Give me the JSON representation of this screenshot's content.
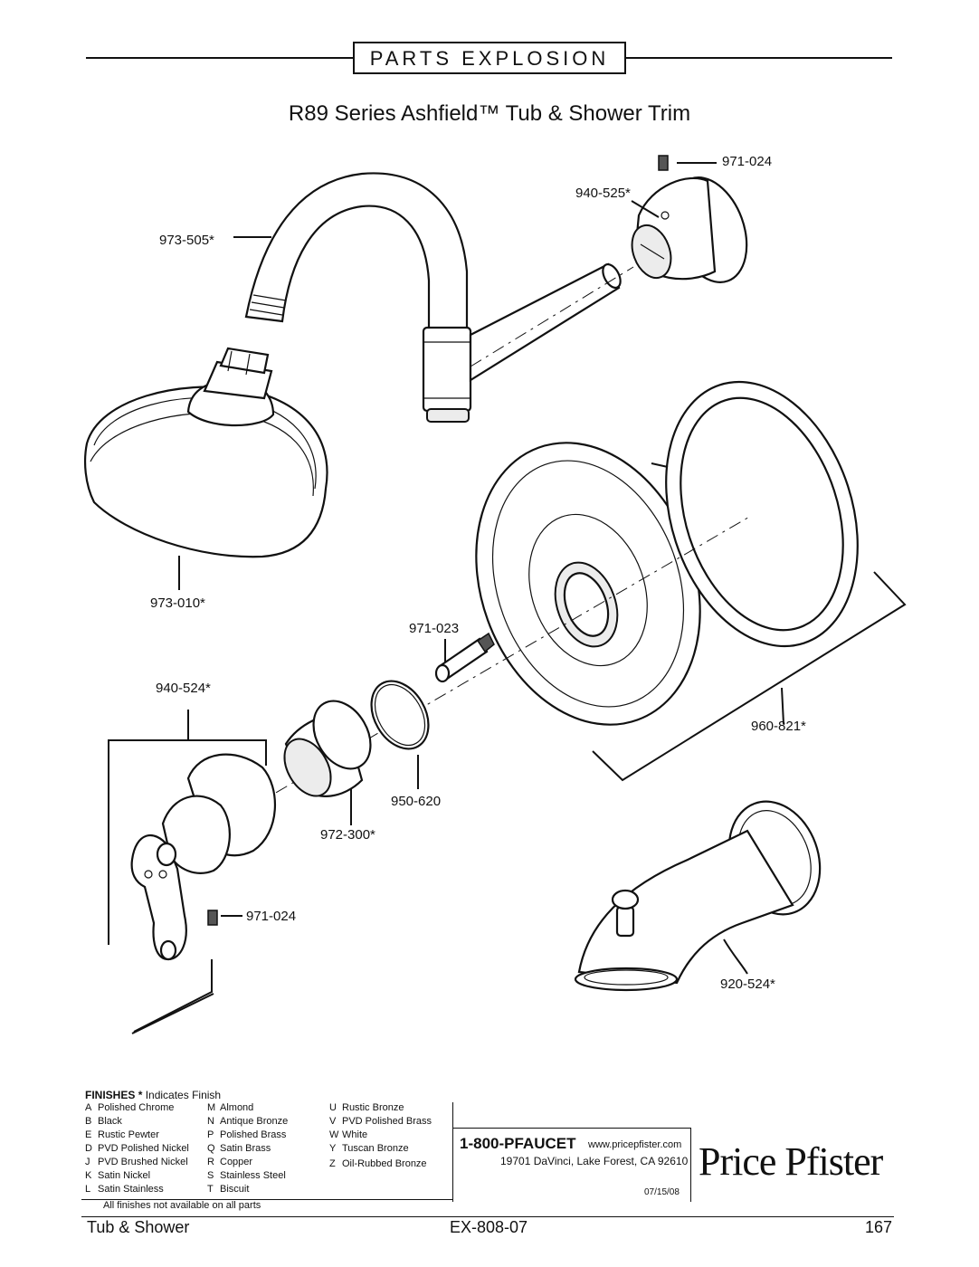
{
  "header": {
    "title": "PARTS EXPLOSION",
    "subtitle": "R89 Series Ashfield™ Tub & Shower Trim"
  },
  "parts": [
    {
      "id": "971-024-top",
      "number": "971-024"
    },
    {
      "id": "940-525",
      "number": "940-525*"
    },
    {
      "id": "973-505",
      "number": "973-505*"
    },
    {
      "id": "973-010",
      "number": "973-010*"
    },
    {
      "id": "971-023",
      "number": "971-023"
    },
    {
      "id": "940-524",
      "number": "940-524*"
    },
    {
      "id": "960-821",
      "number": "960-821*"
    },
    {
      "id": "950-620",
      "number": "950-620"
    },
    {
      "id": "972-300",
      "number": "972-300*"
    },
    {
      "id": "971-024-bottom",
      "number": "971-024"
    },
    {
      "id": "920-524",
      "number": "920-524*"
    }
  ],
  "finishes": {
    "heading": "FINISHES",
    "marker": "*",
    "heading_note": "Indicates Finish",
    "note": "All finishes not available on all parts",
    "columns": [
      [
        {
          "code": "A",
          "name": "Polished Chrome"
        },
        {
          "code": "B",
          "name": "Black"
        },
        {
          "code": "E",
          "name": "Rustic Pewter"
        },
        {
          "code": "D",
          "name": "PVD Polished Nickel"
        },
        {
          "code": "J",
          "name": "PVD Brushed Nickel"
        },
        {
          "code": "K",
          "name": "Satin Nickel"
        },
        {
          "code": "L",
          "name": "Satin Stainless"
        }
      ],
      [
        {
          "code": "M",
          "name": "Almond"
        },
        {
          "code": "N",
          "name": "Antique Bronze"
        },
        {
          "code": "P",
          "name": "Polished Brass"
        },
        {
          "code": "Q",
          "name": "Satin Brass"
        },
        {
          "code": "R",
          "name": "Copper"
        },
        {
          "code": "S",
          "name": "Stainless Steel"
        },
        {
          "code": "T",
          "name": "Biscuit"
        }
      ],
      [
        {
          "code": "U",
          "name": "Rustic Bronze"
        },
        {
          "code": "V",
          "name": "PVD Polished Brass"
        },
        {
          "code": "W",
          "name": "White"
        },
        {
          "code": "Y",
          "name": "Tuscan Bronze"
        },
        {
          "code": "Z",
          "name": "Oil-Rubbed Bronze"
        }
      ]
    ]
  },
  "contact": {
    "phone": "1-800-PFAUCET",
    "website": "www.pricepfister.com",
    "address": "19701 DaVinci, Lake Forest, CA  92610",
    "date": "07/15/08"
  },
  "brand": "Price Pfister",
  "footer": {
    "left": "Tub & Shower",
    "center": "EX-808-07",
    "right": "167"
  }
}
